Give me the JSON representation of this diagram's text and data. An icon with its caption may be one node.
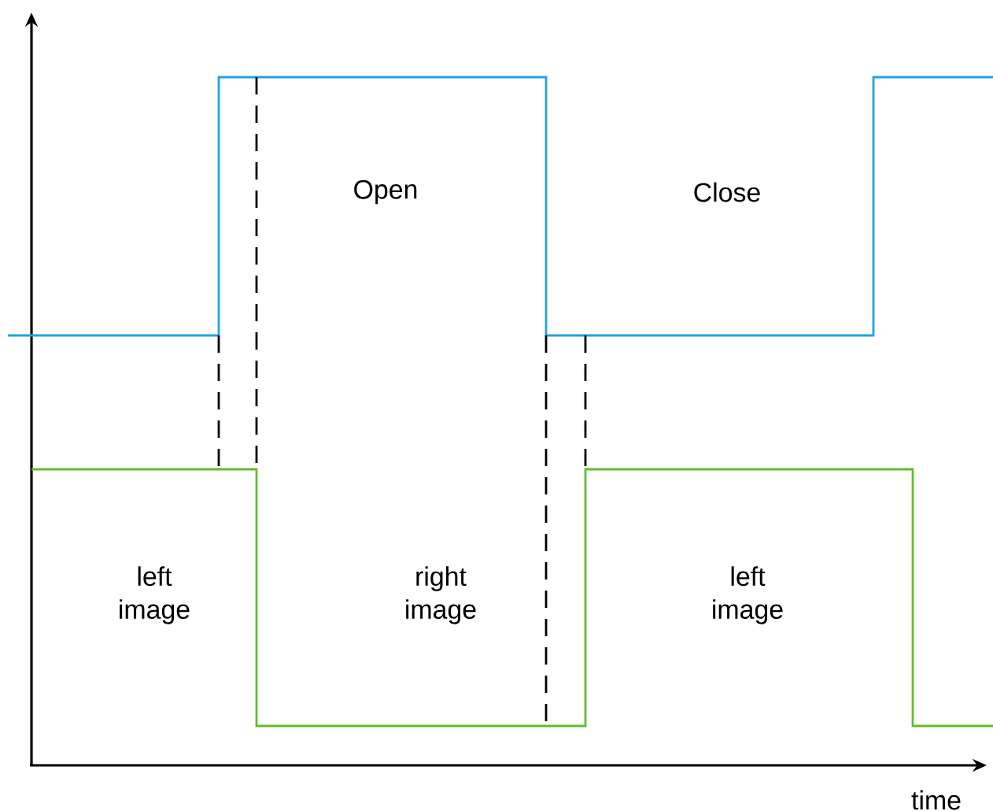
{
  "diagram": {
    "labels": [
      "Open",
      "Close",
      "left image",
      "right image",
      "left image",
      "time"
    ]
  }
}
